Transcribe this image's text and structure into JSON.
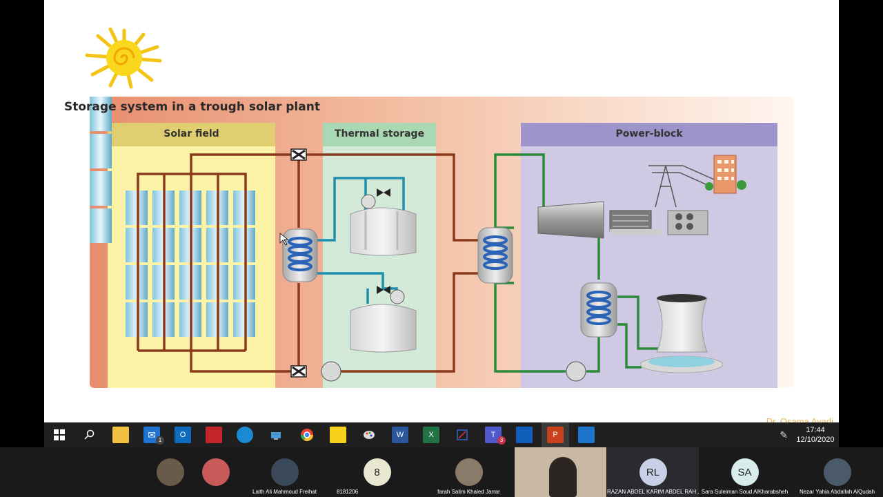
{
  "slide": {
    "figure_title": "Storage system in a trough solar plant",
    "sections": {
      "solar_field": "Solar field",
      "thermal_storage": "Thermal storage",
      "power_block": "Power-block"
    },
    "watermark": "Dr. Osama Ayadi"
  },
  "taskbar": {
    "icons": [
      "windows-start-icon",
      "search-icon",
      "file-explorer-icon",
      "mail-icon",
      "outlook-icon",
      "office-app-icon",
      "edge-icon",
      "network-app-icon",
      "chrome-icon",
      "sticky-notes-icon",
      "paint-icon",
      "word-icon",
      "excel-icon",
      "snipping-icon",
      "teams-icon",
      "whiteboard-icon",
      "powerpoint-icon",
      "photos-icon"
    ],
    "mail_badge": "1",
    "teams_badge": "3",
    "time": "17:44",
    "date": "12/10/2020"
  },
  "participants": [
    {
      "name": "",
      "initials": ""
    },
    {
      "name": "",
      "initials": ""
    },
    {
      "name": "Laith Ali Mahmoud Freihat",
      "initials": ""
    },
    {
      "name": "8181206",
      "initials": "8"
    },
    {
      "name": "farah Salim Khaled Jarrar",
      "initials": ""
    },
    {
      "name": "",
      "initials": ""
    },
    {
      "name": "RAZAN ABDEL KARIM ABDEL RAH...",
      "initials": "RL"
    },
    {
      "name": "Sara Suleiman Soud AlKharabsheh",
      "initials": "SA"
    },
    {
      "name": "Nezar Yahia Abdallah AlQudah",
      "initials": ""
    }
  ],
  "colors": {
    "solar_field_bg": "#fdf3a6",
    "solar_field_header": "#e0cf70",
    "storage_bg": "#d3ead8",
    "storage_header": "#aad8b2",
    "power_bg": "#cfc9e3",
    "power_header": "#9d94c9",
    "pipe_brown": "#8a3a1a",
    "pipe_blue": "#1f8fb0",
    "pipe_green": "#2a8a3a"
  }
}
